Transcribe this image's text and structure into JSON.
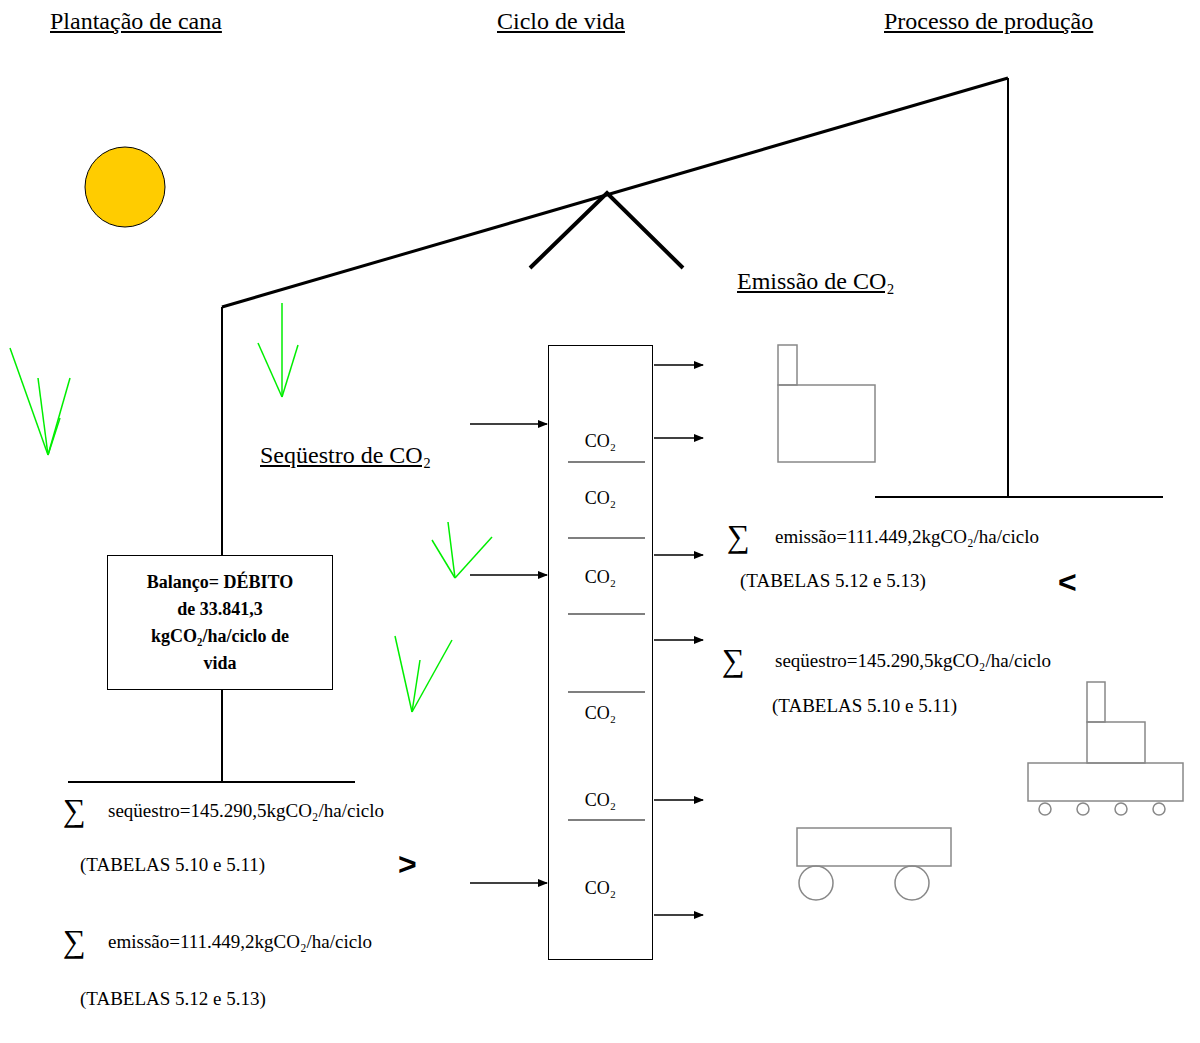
{
  "diagram": {
    "nodes": [
      {
        "text": [
          "Balanço= DÉBITO de 33.841,3 kgCO₂/ha/ciclo de vida"
        ]
      },
      {
        "text": [
          "CO₂",
          "CO₂",
          "CO₂",
          "CO₂",
          "CO₂",
          "CO₂"
        ]
      }
    ],
    "labels": [
      "Plantação de cana",
      "Ciclo de vida",
      "Processo de produção",
      "Emissão de CO₂",
      "Seqüestro de CO₂",
      "∑",
      "emissão=111.449,2kgCO₂/ha/ciclo",
      "(TABELAS 5.12 e 5.13)",
      "<",
      "∑",
      "seqüestro=145.290,5kgCO₂/ha/ciclo",
      "(TABELAS 5.10 e 5.11)",
      "∑",
      "seqüestro=145.290,5kgCO₂/ha/ciclo",
      "(TABELAS 5.10 e 5.11)",
      ">",
      "∑",
      "emissão=111.449,2kgCO₂/ha/ciclo",
      "(TABELAS 5.12 e 5.13)"
    ]
  }
}
